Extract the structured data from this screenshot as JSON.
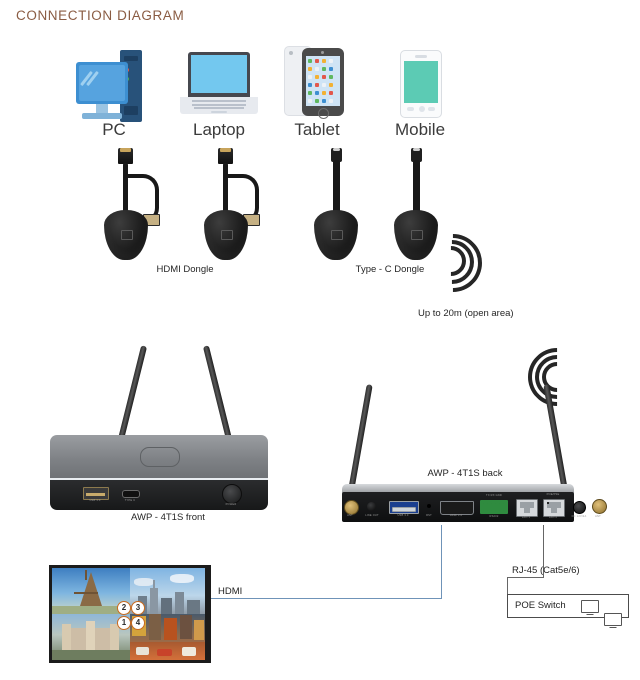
{
  "title": "CONNECTION DIAGRAM",
  "colors": {
    "title": "#8a5c43",
    "hdmi_line": "#6f93b8",
    "lan_line": "#666666",
    "number_badge_border": "#c96a1e",
    "pc_blue": "#3d8fd1",
    "mobile_screen": "#5ccbb4",
    "laptop_screen": "#73c8ef"
  },
  "sources": [
    {
      "label": "PC",
      "icon": "desktop-computer-icon"
    },
    {
      "label": "Laptop",
      "icon": "laptop-icon"
    },
    {
      "label": "Tablet",
      "icon": "tablet-icon"
    },
    {
      "label": "Mobile",
      "icon": "mobile-phone-icon"
    }
  ],
  "dongles": [
    {
      "label": "HDMI Dongle",
      "icon": "hdmi-dongle-icon",
      "count": 2
    },
    {
      "label": "Type - C Dongle",
      "icon": "typec-dongle-icon",
      "count": 2
    }
  ],
  "wireless": {
    "range_label": "Up to 20m (open area)",
    "icon": "wifi-signal-icon"
  },
  "receivers": [
    {
      "label": "AWP - 4T1S front",
      "icon": "receiver-front-icon"
    },
    {
      "label": "AWP - 4T1S back",
      "icon": "receiver-back-icon"
    }
  ],
  "front_ports": [
    {
      "name": "USB 3.0",
      "icon": "usb-a-port-icon"
    },
    {
      "name": "TYPE C",
      "icon": "usb-c-port-icon"
    },
    {
      "name": "POWER",
      "icon": "power-button-icon"
    }
  ],
  "back_ports": [
    {
      "name": "ANT",
      "icon": "antenna-connector-icon"
    },
    {
      "name": "LINE OUT",
      "icon": "audio-jack-icon"
    },
    {
      "name": "USB 3.0",
      "icon": "usb-a-port-icon"
    },
    {
      "name": "RST",
      "icon": "reset-pinhole-icon"
    },
    {
      "name": "HDMI 2.0",
      "icon": "hdmi-port-icon"
    },
    {
      "name": "RS232",
      "icon": "terminal-block-icon"
    },
    {
      "name": "LAN 1",
      "icon": "rj45-port-icon"
    },
    {
      "name": "LAN 2",
      "icon": "rj45-port-icon"
    },
    {
      "name": "DC 12V/2A",
      "icon": "dc-power-jack-icon"
    },
    {
      "name": "ANT",
      "icon": "antenna-connector-icon"
    }
  ],
  "back_panel_marks": [
    {
      "name": "POE/PSE"
    },
    {
      "name": "TX RX GND"
    }
  ],
  "connections": {
    "hdmi_label": "HDMI",
    "rj45_label": "RJ-45 (Cat5e/6)"
  },
  "poe": {
    "label": "POE Switch",
    "icon": "monitor-icon",
    "monitor_count": 2
  },
  "display": {
    "name": "quad-view-display",
    "quadrants": [
      {
        "position": "top-left",
        "scene": "eiffel-tower"
      },
      {
        "position": "top-right",
        "scene": "city-skyline"
      },
      {
        "position": "bottom-left",
        "scene": "castle"
      },
      {
        "position": "bottom-right",
        "scene": "times-square"
      }
    ],
    "badges": [
      "2",
      "3",
      "1",
      "4"
    ]
  }
}
